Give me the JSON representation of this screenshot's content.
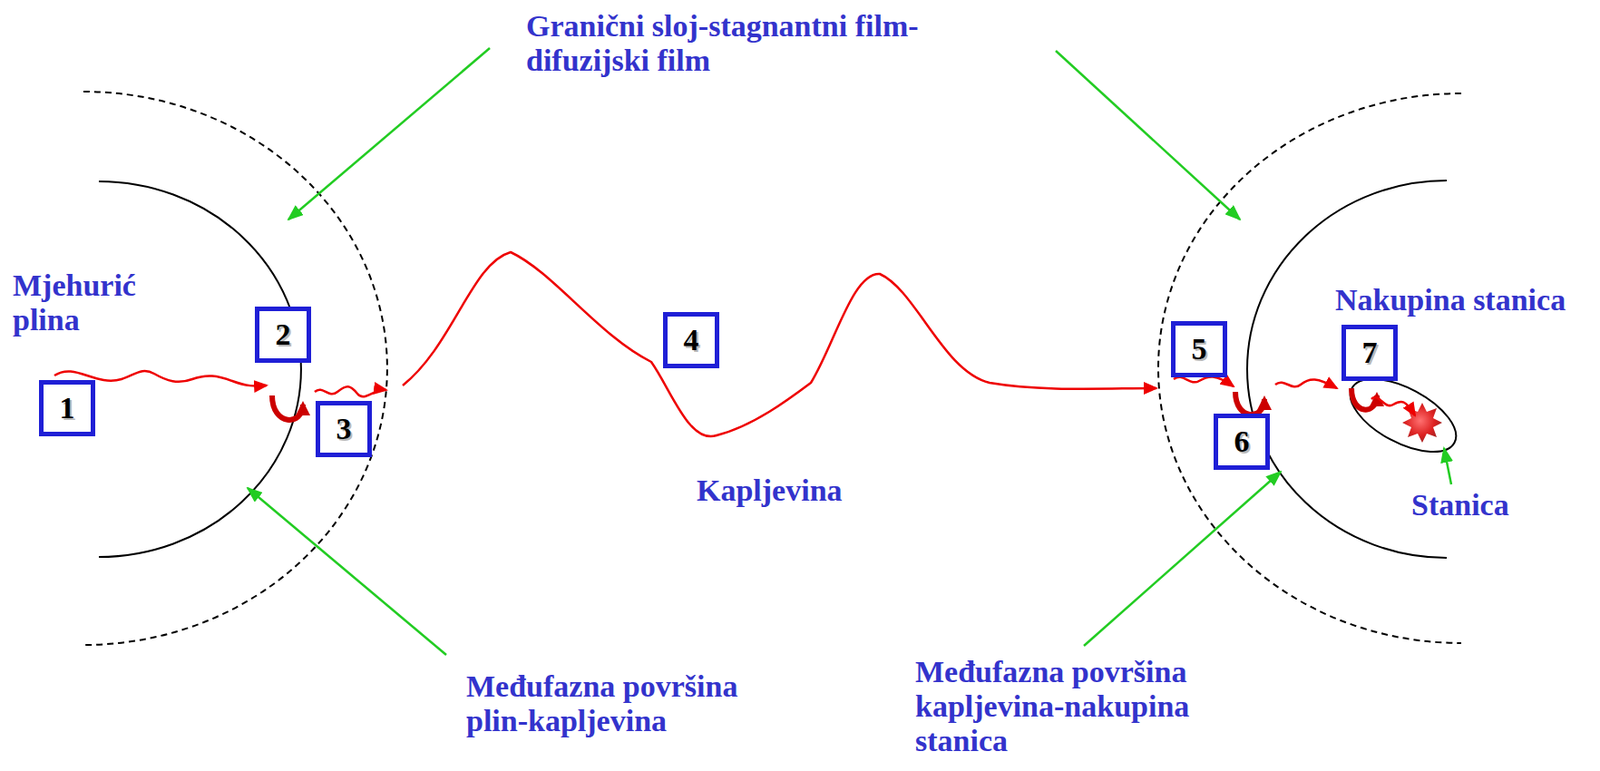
{
  "diagram": {
    "nodes": [
      {
        "text": [
          "1"
        ]
      },
      {
        "text": [
          "2"
        ]
      },
      {
        "text": [
          "3"
        ]
      },
      {
        "text": [
          "4"
        ]
      },
      {
        "text": [
          "5"
        ]
      },
      {
        "text": [
          "6"
        ]
      },
      {
        "text": [
          "7"
        ]
      }
    ],
    "labels": [
      "Granični sloj-stagnantni film-difuzijski film",
      "Mjehurić plina",
      "Nakupina stanica",
      "Kapljevina",
      "Stanica",
      "Međufazna površina plin-kapljevina",
      "Međufazna površina kapljevina-nakupina stanica"
    ]
  }
}
